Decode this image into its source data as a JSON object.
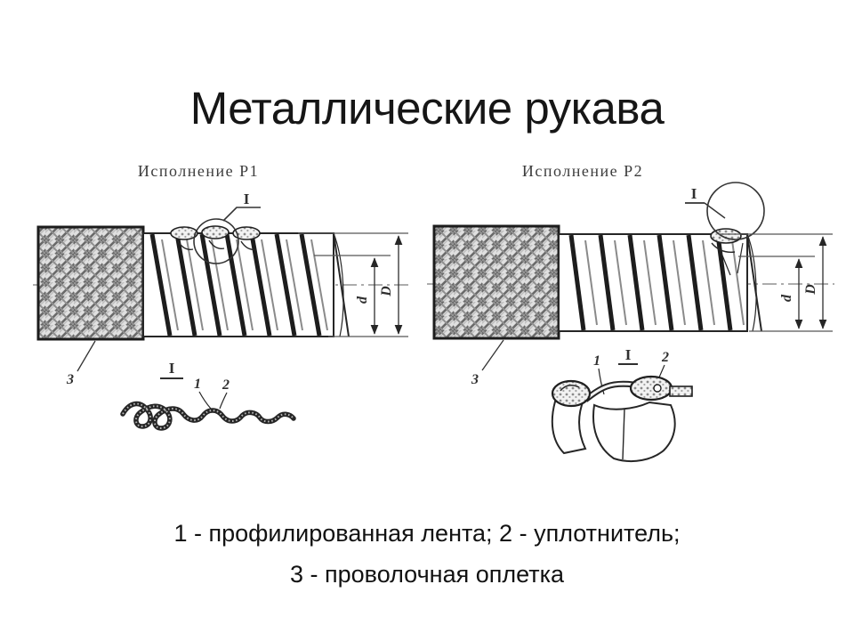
{
  "slide": {
    "title": "Металлические рукава",
    "caption": {
      "line1": "1 - профилированная лента; 2 - уплотнитель;",
      "line2": "3 - проволочная оплетка"
    }
  },
  "figures": {
    "p1": {
      "label": "Исполнение Р1",
      "callout": "I",
      "detail_label": "I",
      "dim_inner": "d",
      "dim_outer": "D",
      "tape_ref": "1",
      "seal_ref": "2",
      "braid_ref": "3"
    },
    "p2": {
      "label": "Исполнение Р2",
      "callout": "I",
      "detail_label": "I",
      "dim_inner": "d",
      "dim_outer": "D",
      "tape_ref": "1",
      "seal_ref": "2",
      "braid_ref": "3"
    }
  },
  "colors": {
    "ink": "#262626",
    "scan_gray": "#7a7a7a",
    "background": "#ffffff"
  }
}
